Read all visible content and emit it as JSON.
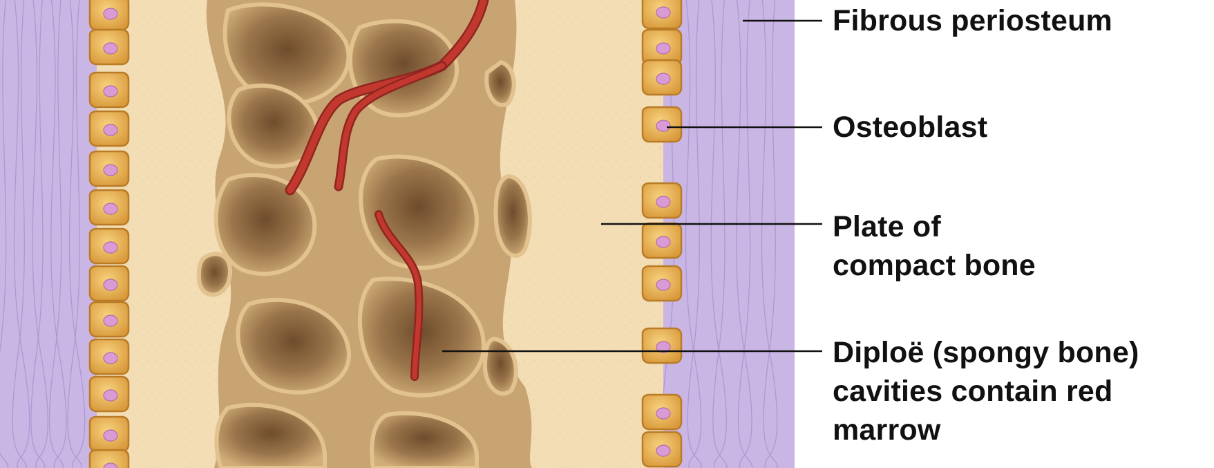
{
  "labels": {
    "fibrous_periosteum": "Fibrous periosteum",
    "osteoblast": "Osteoblast",
    "compact_bone": [
      "Plate of",
      "compact bone"
    ],
    "diploe": [
      "Diploë (spongy bone)",
      "cavities contain red",
      "marrow"
    ]
  },
  "colors": {
    "periosteum": "#c9b6e4",
    "periosteum_fiber": "#a993cf",
    "compact_bone": "#f2ddb4",
    "cavity_dark": "#8b6642",
    "cavity_mid": "#b08a5d",
    "cavity_rim": "#e2c28e",
    "vessel": "#c2382f",
    "osteoblast_fill": "#eab85a",
    "osteoblast_edge": "#b97b26",
    "nucleus": "#d99bd6",
    "leader_line": "#111111",
    "label_text": "#111111"
  },
  "icons": [
    "osteoblast-cell-icon",
    "blood-vessel-icon"
  ]
}
